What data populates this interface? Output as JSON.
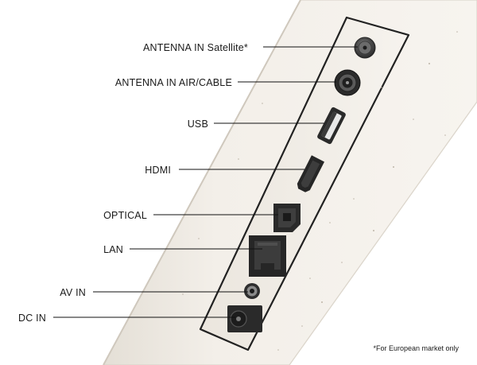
{
  "ports": [
    {
      "id": "antenna-satellite",
      "label": "ANTENNA IN Satellite*"
    },
    {
      "id": "antenna-air-cable",
      "label": "ANTENNA IN AIR/CABLE"
    },
    {
      "id": "usb",
      "label": "USB"
    },
    {
      "id": "hdmi",
      "label": "HDMI"
    },
    {
      "id": "optical",
      "label": "OPTICAL"
    },
    {
      "id": "lan",
      "label": "LAN"
    },
    {
      "id": "av-in",
      "label": "AV IN"
    },
    {
      "id": "dc-in",
      "label": "DC IN"
    }
  ],
  "footnote": "*For European market only",
  "colors": {
    "panel": "#f1ede6",
    "panel_edge": "#d8d2c8",
    "port_dark": "#2a2a2a",
    "label": "#1a1a1a"
  }
}
